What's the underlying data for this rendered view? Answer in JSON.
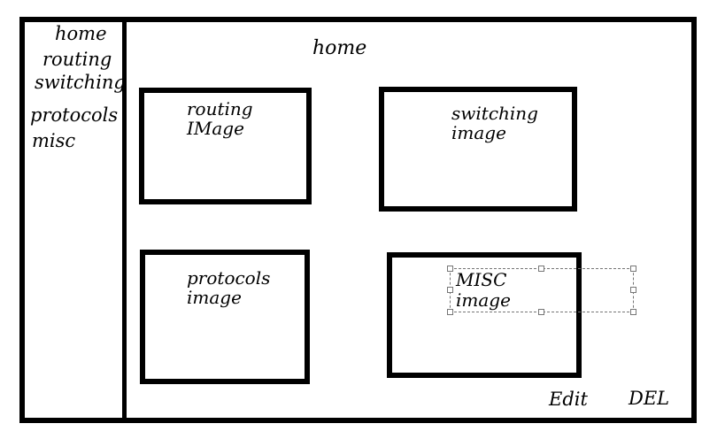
{
  "app": {
    "background": "#ffffff",
    "ink": "#000000",
    "selection_color": "#767676"
  },
  "sidebar": {
    "items": [
      {
        "label": "home"
      },
      {
        "label": "routing"
      },
      {
        "label": "switching"
      },
      {
        "label": "protocols"
      },
      {
        "label": "misc"
      }
    ]
  },
  "main": {
    "title": "home",
    "boxes": {
      "routing": {
        "line1": "routing",
        "line2": "IMage"
      },
      "switching": {
        "line1": "switching",
        "line2": "image"
      },
      "protocols": {
        "line1": "protocols",
        "line2": "image"
      },
      "misc": {
        "line1": "MISC",
        "line2": "image"
      }
    },
    "actions": {
      "edit": "Edit",
      "del": "DEL"
    }
  }
}
